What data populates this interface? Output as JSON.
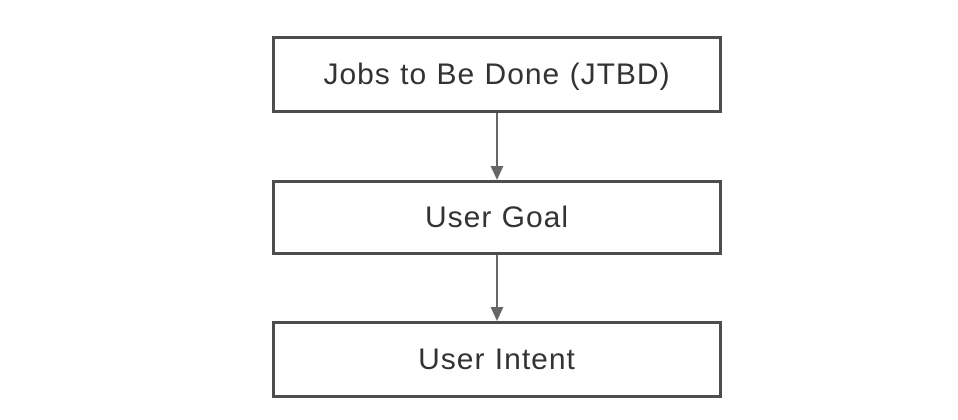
{
  "diagram": {
    "type": "flowchart",
    "orientation": "vertical",
    "nodes": [
      {
        "id": "jtbd",
        "label": "Jobs to Be Done (JTBD)"
      },
      {
        "id": "user-goal",
        "label": "User Goal"
      },
      {
        "id": "user-intent",
        "label": "User Intent"
      }
    ],
    "edges": [
      {
        "from": "jtbd",
        "to": "user-goal",
        "direction": "down",
        "style": "solid-arrow"
      },
      {
        "from": "user-goal",
        "to": "user-intent",
        "direction": "down",
        "style": "solid-arrow"
      }
    ],
    "colors": {
      "background": "#ffffff",
      "node_fill": "#ffffff",
      "node_border": "#4d4d4d",
      "arrow": "#666666",
      "text": "#333333"
    }
  }
}
